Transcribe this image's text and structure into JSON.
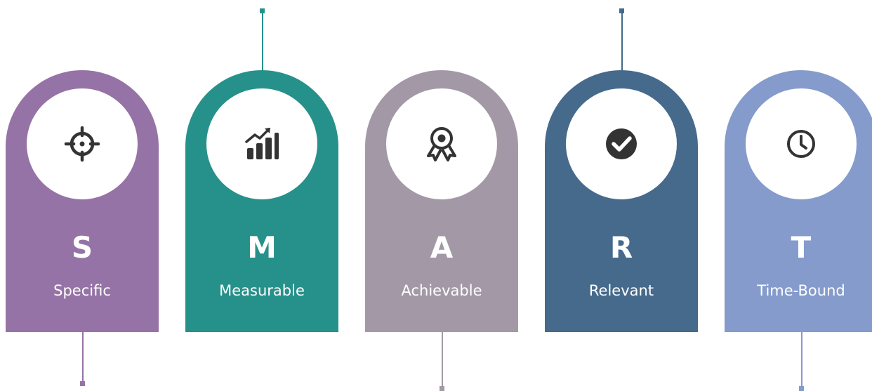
{
  "colors": {
    "s": "#9673a6",
    "m": "#26918a",
    "a": "#a399a6",
    "r": "#456a8c",
    "t": "#849bcc",
    "icon": "#333333"
  },
  "items": [
    {
      "letter": "S",
      "word": "Specific",
      "icon": "target-icon"
    },
    {
      "letter": "M",
      "word": "Measurable",
      "icon": "growth-chart-icon"
    },
    {
      "letter": "A",
      "word": "Achievable",
      "icon": "award-ribbon-icon"
    },
    {
      "letter": "R",
      "word": "Relevant",
      "icon": "check-circle-icon"
    },
    {
      "letter": "T",
      "word": "Time-Bound",
      "icon": "clock-icon"
    }
  ]
}
